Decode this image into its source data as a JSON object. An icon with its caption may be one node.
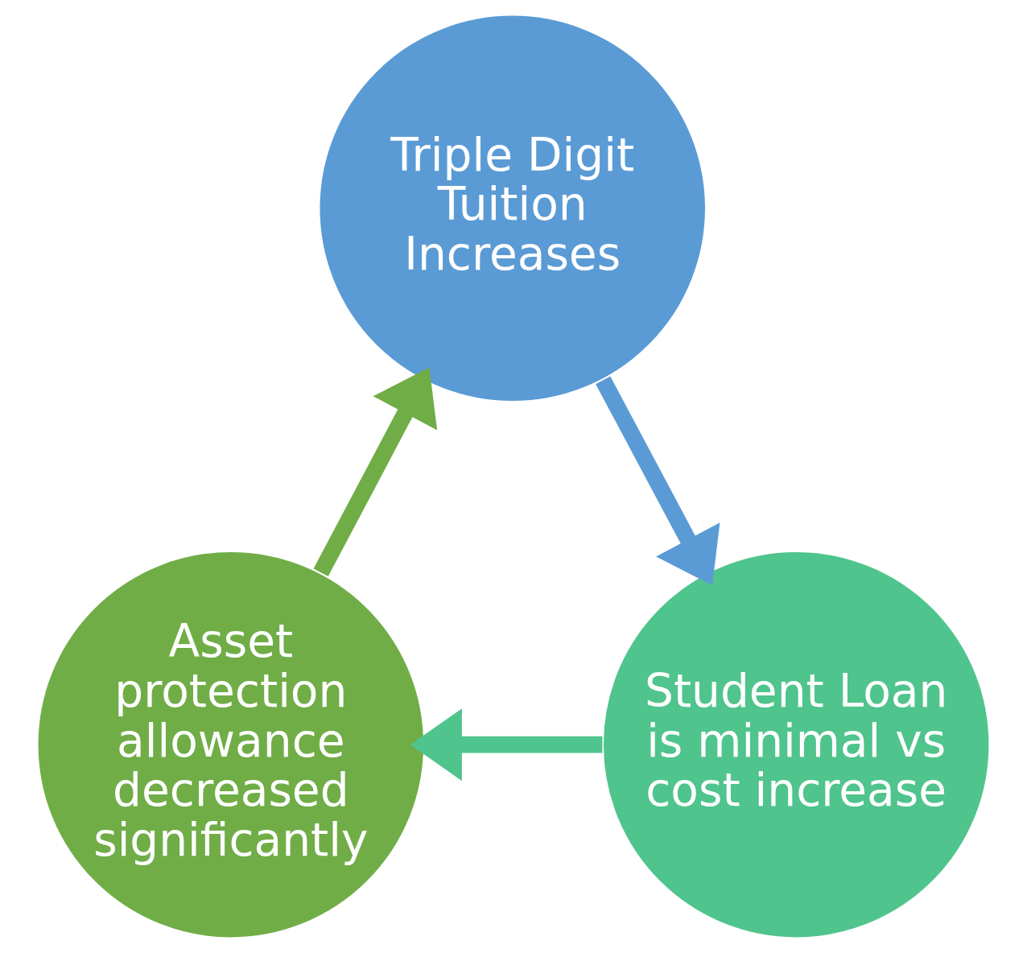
{
  "diagram": {
    "nodes": [
      {
        "text": [
          "Triple Digit Tuition Increases"
        ]
      },
      {
        "text": [
          "Student Loan is minimal vs cost increase"
        ]
      },
      {
        "text": [
          "Asset protection allowance decreased significantly"
        ]
      }
    ],
    "edges": [
      {
        "from": 0,
        "to": 1,
        "arrow": "to",
        "color": "#5b9bd5"
      },
      {
        "from": 1,
        "to": 2,
        "arrow": "to",
        "color": "#4fc48c"
      },
      {
        "from": 2,
        "to": 0,
        "arrow": "to",
        "color": "#70ad47"
      }
    ]
  }
}
